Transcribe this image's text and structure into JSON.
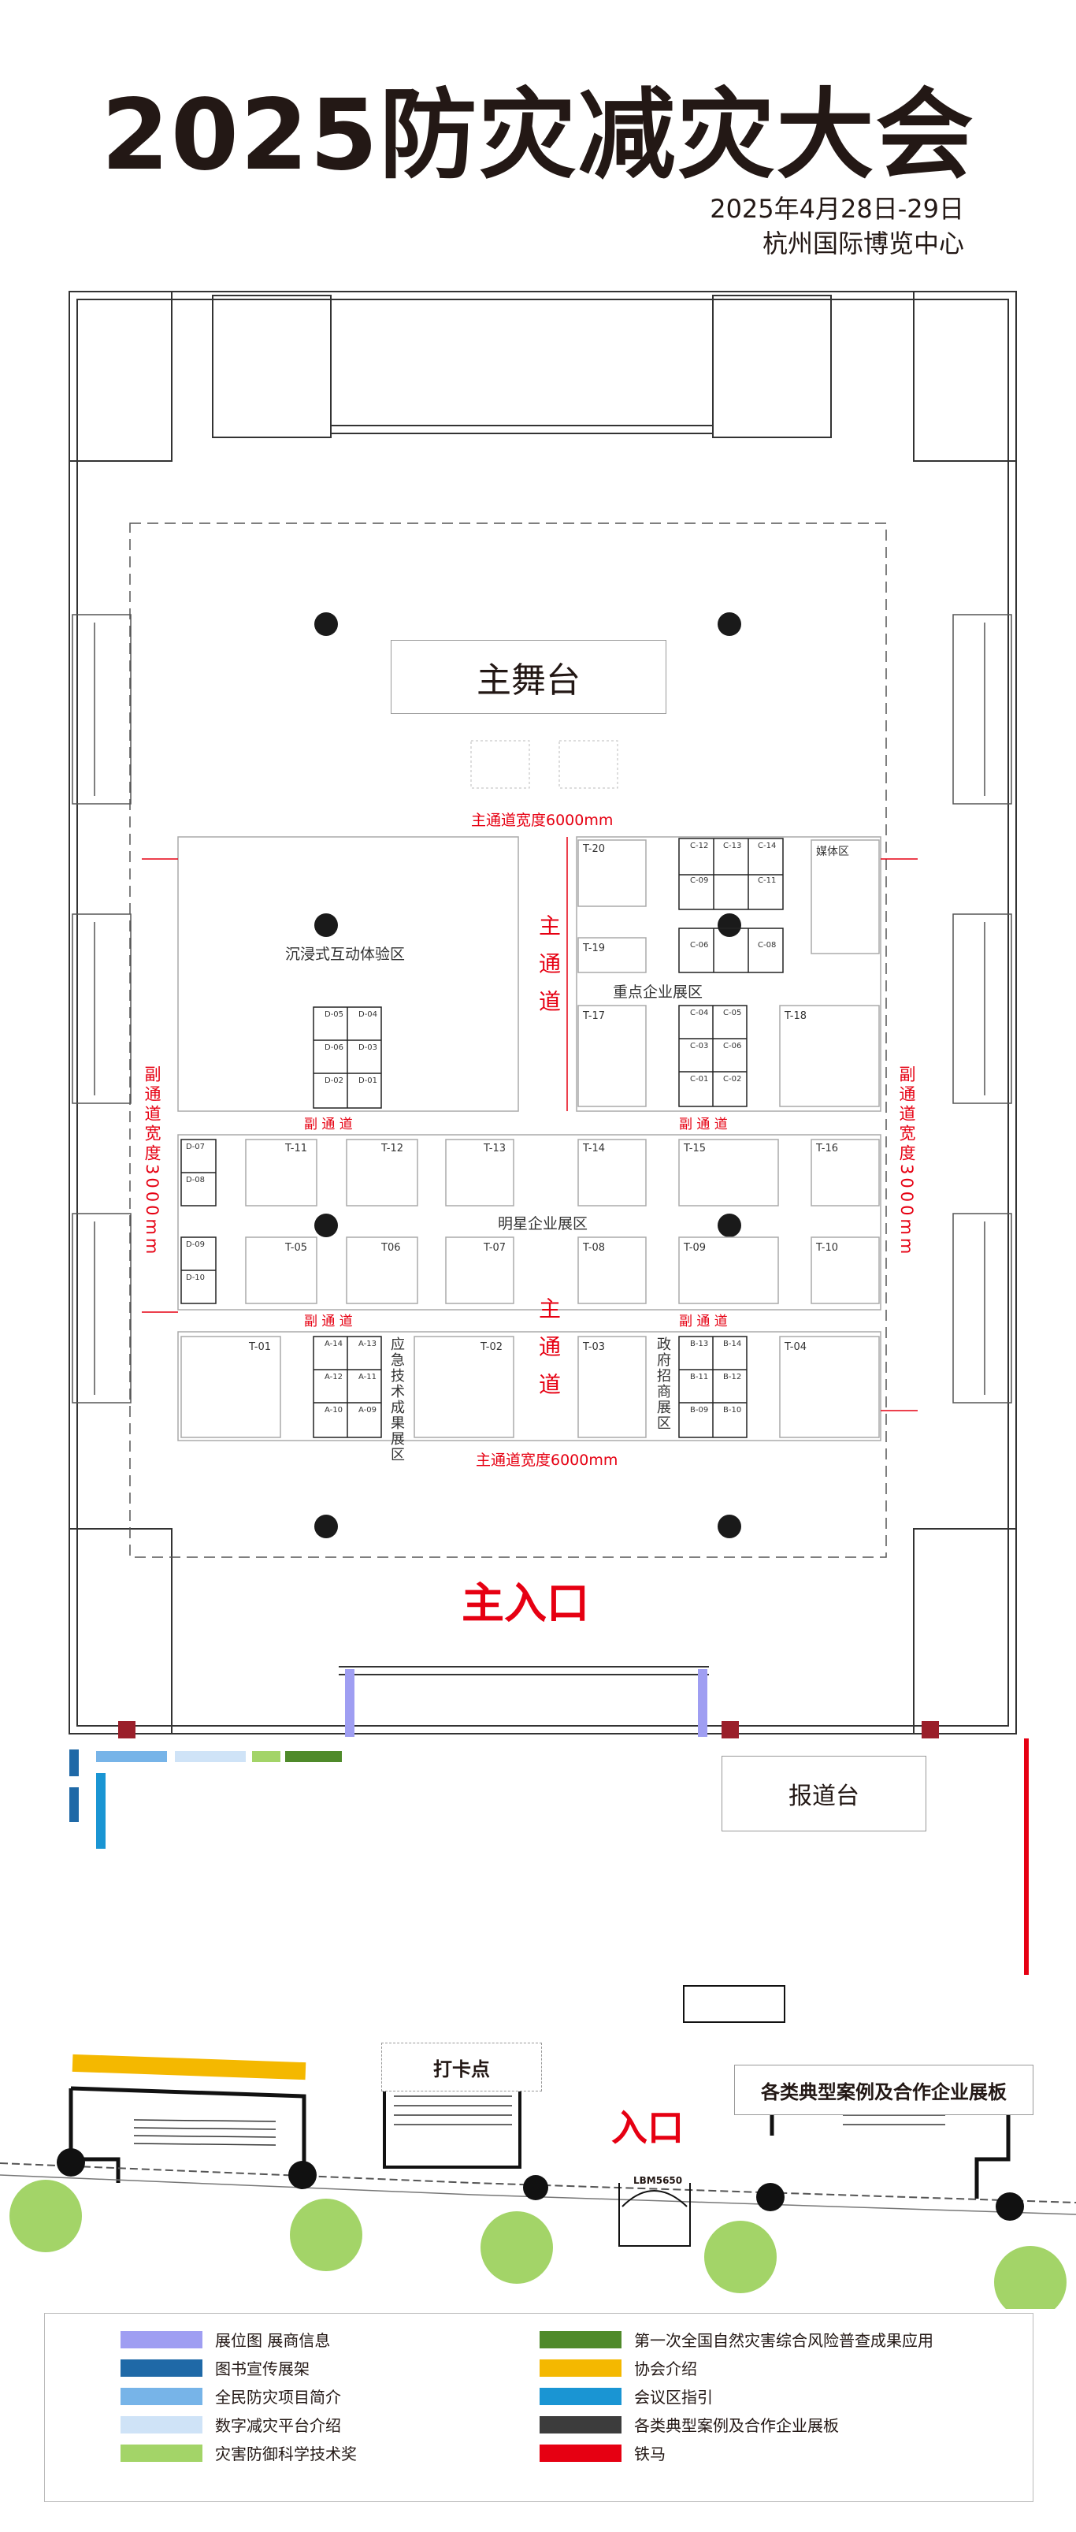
{
  "title": "2025防灾减灾大会",
  "subtitle_date": "2025年4月28日-29日",
  "subtitle_venue": "杭州国际博览中心",
  "colors": {
    "red": "#e60012",
    "wall": "#333333",
    "booth_border": "#9a9a9a",
    "pillar": "#1a1a1a",
    "tree": "#a3d468"
  },
  "labels": {
    "main_stage": "主舞台",
    "main_aisle_width_top": "主通道宽度6000mm",
    "main_aisle_width_bottom": "主通道宽度6000mm",
    "main_aisle_vertical": "主通道",
    "sub_aisle_vertical": "副通道宽度3000mm",
    "sub_aisle": "副 通 道",
    "immersive_zone": "沉浸式互动体验区",
    "key_enterprise_zone": "重点企业展区",
    "star_enterprise_zone": "明星企业展区",
    "emergency_tech_zone": "应急技术成果展区",
    "gov_invest_zone": "政府招商展区",
    "media_zone": "媒体区",
    "main_entrance": "主入口",
    "press_desk": "报道台",
    "checkin": "打卡点",
    "entrance": "入口",
    "board": "各类典型案例及合作企业展板",
    "gate_code": "LBM5650"
  },
  "booths_t": [
    "T-01",
    "T-02",
    "T-03",
    "T-04",
    "T-05",
    "T06",
    "T-07",
    "T-08",
    "T-09",
    "T-10",
    "T-11",
    "T-12",
    "T-13",
    "T-14",
    "T-15",
    "T-16",
    "T-17",
    "T-18",
    "T-19",
    "T-20"
  ],
  "booths_a": [
    "A-14",
    "A-13",
    "A-12",
    "A-11",
    "A-10",
    "A-09"
  ],
  "booths_b": [
    "B-13",
    "B-14",
    "B-11",
    "B-12",
    "B-09",
    "B-10"
  ],
  "booths_c": [
    "C-12",
    "C-13",
    "C-14",
    "C-09",
    "C-11",
    "C-06",
    "C-08",
    "C-04",
    "C-05",
    "C-03",
    "C-06",
    "C-01",
    "C-02"
  ],
  "booths_d": [
    "D-05",
    "D-04",
    "D-06",
    "D-03",
    "D-02",
    "D-01",
    "D-07",
    "D-08",
    "D-09",
    "D-10"
  ],
  "legend": [
    {
      "label": "展位图 展商信息",
      "color": "#9f9ef2"
    },
    {
      "label": "图书宣传展架",
      "color": "#1f69a7"
    },
    {
      "label": "全民防灾项目简介",
      "color": "#77b4e8"
    },
    {
      "label": "数字减灾平台介绍",
      "color": "#cfe3f7"
    },
    {
      "label": "灾害防御科学技术奖",
      "color": "#a3d468"
    },
    {
      "label": "第一次全国自然灾害综合风险普查成果应用",
      "color": "#4f8a2a"
    },
    {
      "label": "协会介绍",
      "color": "#f4b800"
    },
    {
      "label": "会议区指引",
      "color": "#1a95d3"
    },
    {
      "label": "各类典型案例及合作企业展板",
      "color": "#3c3c3c"
    },
    {
      "label": "铁马",
      "color": "#e60012"
    }
  ]
}
